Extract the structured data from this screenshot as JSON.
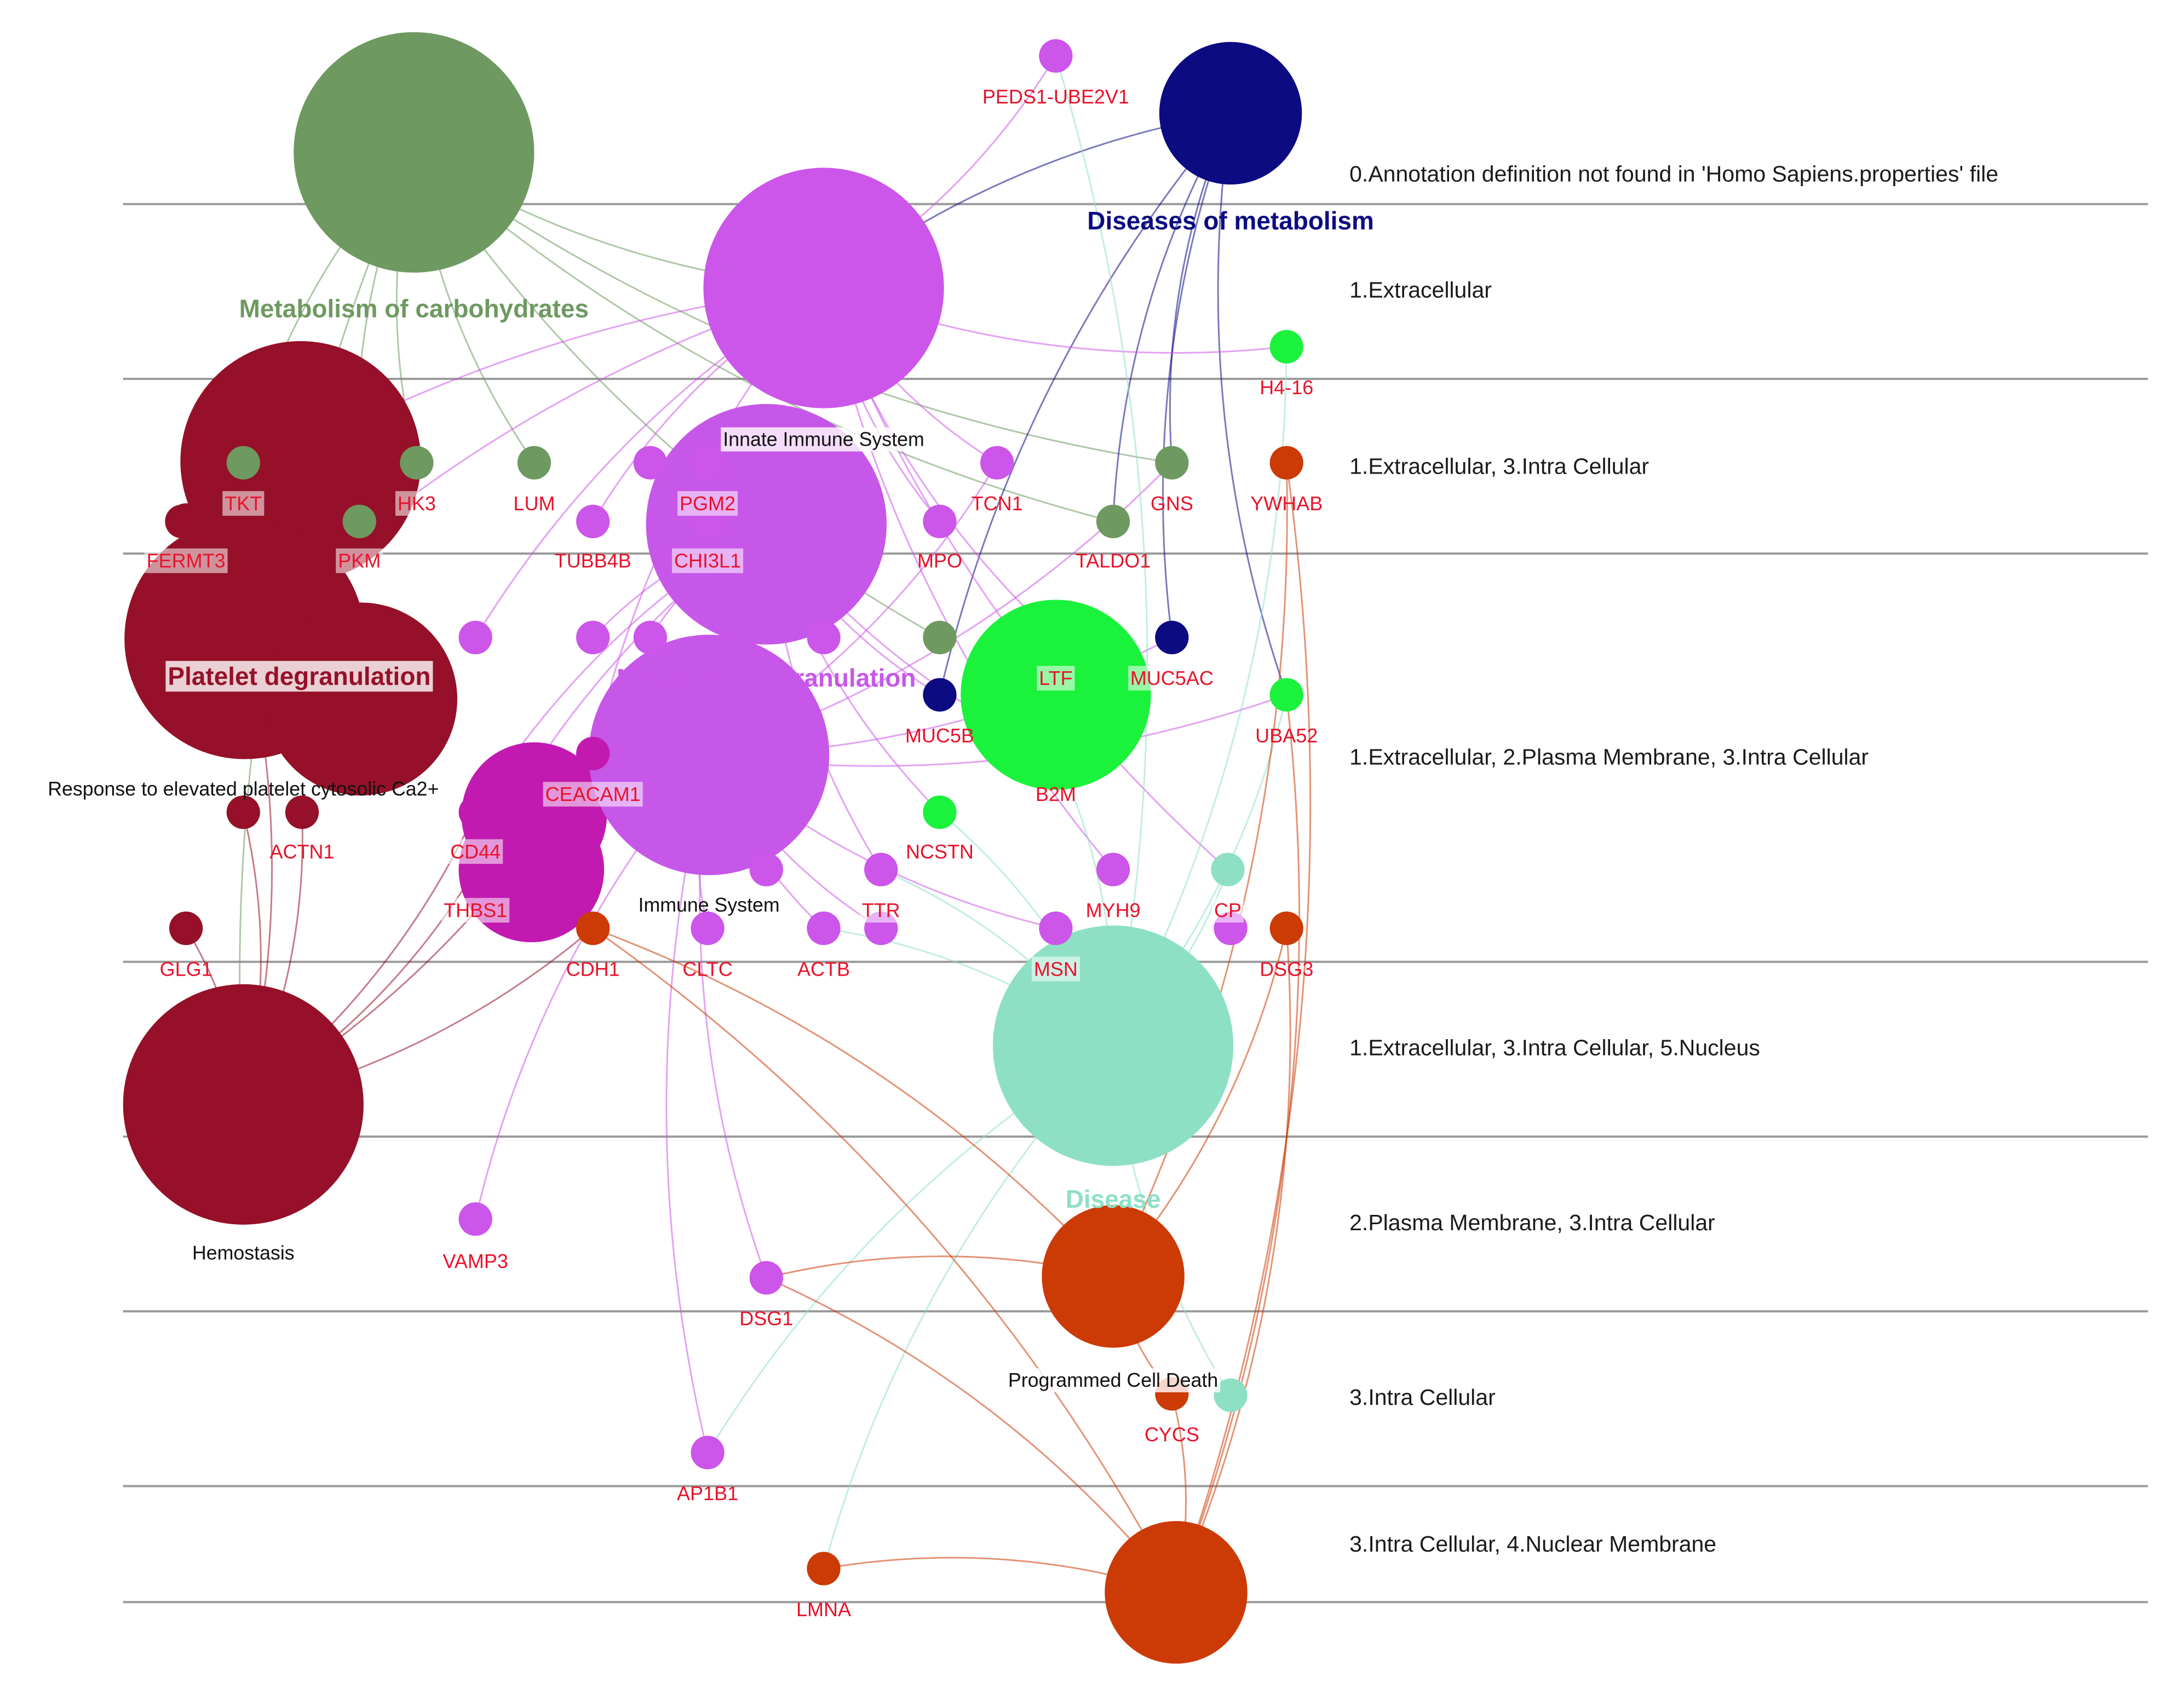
{
  "colors": {
    "carbohydrate": "#6e9960",
    "metabolism_disease": "#0c0b82",
    "innate": "#cc55ea",
    "neutrophil": "#c757e9",
    "platelet": "#951028",
    "ceacam": "#c21ab0",
    "ltf": "#1af23c",
    "disease": "#8ee0c5",
    "death": "#cc3a05",
    "gene_label": "#e8122a",
    "band_line": "#9a9a9a"
  },
  "bands": [
    {
      "label": "0.Annotation definition not found in 'Homo Sapiens.properties' file"
    },
    {
      "label": "1.Extracellular"
    },
    {
      "label": "1.Extracellular, 3.Intra Cellular"
    },
    {
      "label": "1.Extracellular, 2.Plasma Membrane, 3.Intra Cellular"
    },
    {
      "label": "1.Extracellular, 3.Intra Cellular, 5.Nucleus"
    },
    {
      "label": "2.Plasma Membrane, 3.Intra Cellular"
    },
    {
      "label": "3.Intra Cellular"
    },
    {
      "label": "3.Intra Cellular, 4.Nuclear Membrane"
    }
  ],
  "pathways": [
    {
      "id": "carb",
      "label": "Metabolism of carbohydrates",
      "color": "carbohydrate"
    },
    {
      "id": "dismet",
      "label": "Diseases of metabolism",
      "color": "metabolism_disease"
    },
    {
      "id": "innate",
      "label": "Innate Immune System",
      "color": "innate"
    },
    {
      "id": "neutro",
      "label": "Neutrophil degranulation",
      "color": "neutrophil"
    },
    {
      "id": "platelet",
      "label": "Platelet degranulation",
      "color": "platelet"
    },
    {
      "id": "elev",
      "label": "Response to elevated platelet cytosolic Ca2+",
      "color": "platelet"
    },
    {
      "id": "immune",
      "label": "Immune System",
      "color": "neutrophil"
    },
    {
      "id": "hemo",
      "label": "Hemostasis",
      "color": "platelet"
    },
    {
      "id": "disease",
      "label": "Disease",
      "color": "disease"
    },
    {
      "id": "pcd",
      "label": "Programmed Cell Death",
      "color": "death"
    },
    {
      "id": "apop",
      "label": "",
      "color": "death"
    }
  ],
  "genes": [
    {
      "id": "PEDS1-UBE2V1",
      "label": "PEDS1-UBE2V1",
      "color": "innate"
    },
    {
      "id": "H4-16",
      "label": "H4-16",
      "color": "ltf"
    },
    {
      "id": "TKT",
      "label": "TKT",
      "color": "carbohydrate"
    },
    {
      "id": "HK3",
      "label": "HK3",
      "color": "carbohydrate"
    },
    {
      "id": "LUM",
      "label": "LUM",
      "color": "carbohydrate"
    },
    {
      "id": "PGM2",
      "label": "PGM2",
      "color": "innate"
    },
    {
      "id": "TCN1",
      "label": "TCN1",
      "color": "innate"
    },
    {
      "id": "GNS",
      "label": "GNS",
      "color": "carbohydrate"
    },
    {
      "id": "YWHAB",
      "label": "YWHAB",
      "color": "death"
    },
    {
      "id": "FERMT3",
      "label": "FERMT3",
      "color": "platelet"
    },
    {
      "id": "PKM",
      "label": "PKM",
      "color": "carbohydrate"
    },
    {
      "id": "TUBB4B",
      "label": "TUBB4B",
      "color": "innate"
    },
    {
      "id": "CHI3L1",
      "label": "CHI3L1",
      "color": "innate"
    },
    {
      "id": "MPO",
      "label": "MPO",
      "color": "innate"
    },
    {
      "id": "TALDO1",
      "label": "TALDO1",
      "color": "carbohydrate"
    },
    {
      "id": "LTF",
      "label": "LTF",
      "color": "ltf"
    },
    {
      "id": "MUC5AC",
      "label": "MUC5AC",
      "color": "metabolism_disease"
    },
    {
      "id": "MUC5B",
      "label": "MUC5B",
      "color": "metabolism_disease"
    },
    {
      "id": "UBA52",
      "label": "UBA52",
      "color": "ltf"
    },
    {
      "id": "CEACAM1",
      "label": "CEACAM1",
      "color": "ceacam"
    },
    {
      "id": "B2M",
      "label": "B2M",
      "color": "ltf"
    },
    {
      "id": "ACTN1",
      "label": "ACTN1",
      "color": "platelet"
    },
    {
      "id": "CD44",
      "label": "CD44",
      "color": "ceacam"
    },
    {
      "id": "NCSTN",
      "label": "NCSTN",
      "color": "ltf"
    },
    {
      "id": "MYH9",
      "label": "MYH9",
      "color": "innate"
    },
    {
      "id": "CP",
      "label": "CP",
      "color": "disease"
    },
    {
      "id": "THBS1",
      "label": "THBS1",
      "color": "ceacam"
    },
    {
      "id": "TTR",
      "label": "TTR",
      "color": "innate"
    },
    {
      "id": "GLG1",
      "label": "GLG1",
      "color": "platelet"
    },
    {
      "id": "CDH1",
      "label": "CDH1",
      "color": "death"
    },
    {
      "id": "CLTC",
      "label": "CLTC",
      "color": "innate"
    },
    {
      "id": "ACTB",
      "label": "ACTB",
      "color": "innate"
    },
    {
      "id": "MSN",
      "label": "MSN",
      "color": "innate"
    },
    {
      "id": "DSG3",
      "label": "DSG3",
      "color": "death"
    },
    {
      "id": "VAMP3",
      "label": "VAMP3",
      "color": "innate"
    },
    {
      "id": "DSG1",
      "label": "DSG1",
      "color": "innate"
    },
    {
      "id": "CYCS",
      "label": "CYCS",
      "color": "death"
    },
    {
      "id": "AP1B1",
      "label": "AP1B1",
      "color": "innate"
    },
    {
      "id": "LMNA",
      "label": "LMNA",
      "color": "death"
    }
  ],
  "unlabeled_genes": [
    {
      "id": "u1",
      "color": "innate"
    },
    {
      "id": "u2",
      "color": "innate"
    },
    {
      "id": "u3",
      "color": "innate"
    },
    {
      "id": "u4",
      "color": "innate"
    },
    {
      "id": "u5",
      "color": "innate"
    },
    {
      "id": "u6",
      "color": "carbohydrate"
    },
    {
      "id": "u7",
      "color": "platelet"
    },
    {
      "id": "u8",
      "color": "innate"
    },
    {
      "id": "u9",
      "color": "innate"
    },
    {
      "id": "u10",
      "color": "disease"
    },
    {
      "id": "u11",
      "color": "platelet"
    },
    {
      "id": "u12",
      "color": "innate"
    }
  ]
}
